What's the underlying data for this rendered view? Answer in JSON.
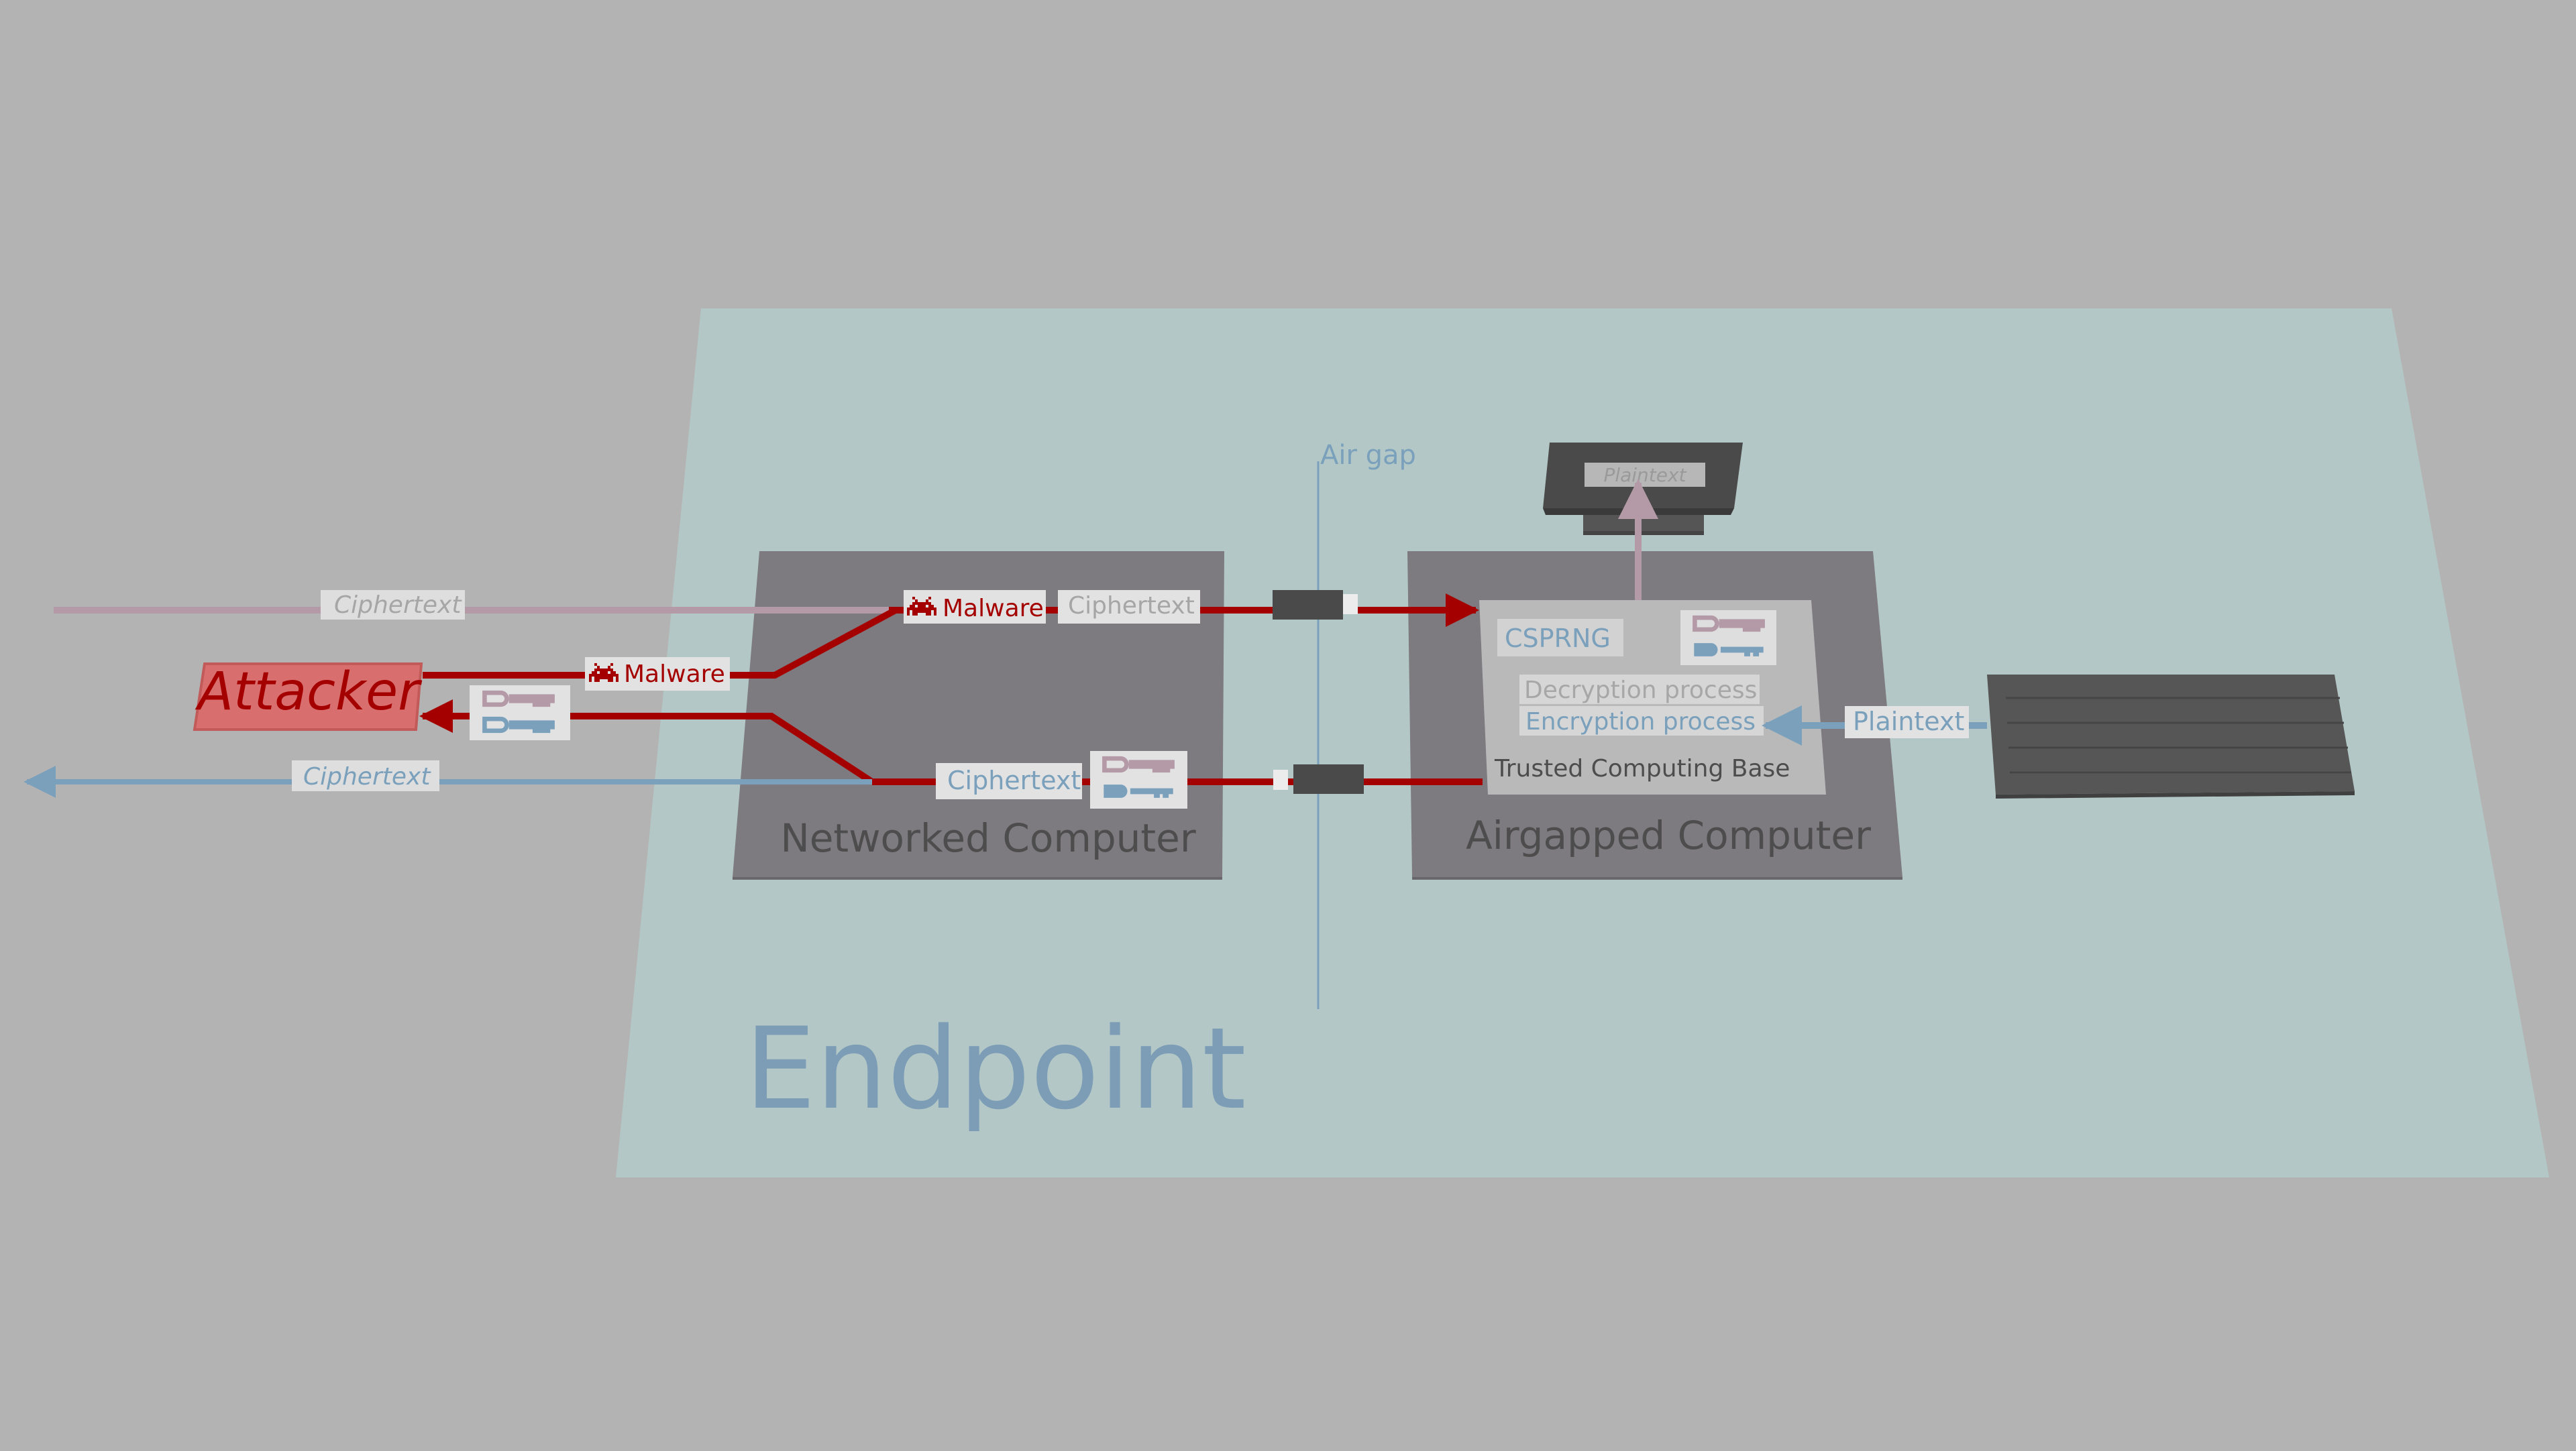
{
  "diagram": {
    "endpoint_label": "Endpoint",
    "air_gap_label": "Air gap",
    "networked_label": "Networked Computer",
    "airgapped_label": "Airgapped Computer",
    "attacker_label": "Attacker",
    "tcb_label": "Trusted Computing Base",
    "csprng_label": "CSPRNG",
    "decryption_label": "Decryption process",
    "encryption_label": "Encryption process",
    "monitor_text": "Plaintext",
    "plaintext_input_label": "Plaintext",
    "ciphertext_in_label": "Ciphertext",
    "ciphertext_out_label": "Ciphertext",
    "ciphertext_top_label": "Ciphertext",
    "ciphertext_bottom_label": "Ciphertext",
    "malware_top_label": "Malware",
    "malware_attacker_label": "Malware",
    "colors": {
      "background": "#b3b3b3",
      "endpoint_plane": "#b3c8c6",
      "computer_box": "#7d7a80",
      "tcb_box": "#b9b9b9",
      "malicious_red": "#a50000",
      "encrypt_blue": "#7aa0bc",
      "decrypt_mauve": "#b49aa6",
      "attacker_fill": "#d96e6e",
      "label_text_grey": "#4d4d4d"
    }
  }
}
